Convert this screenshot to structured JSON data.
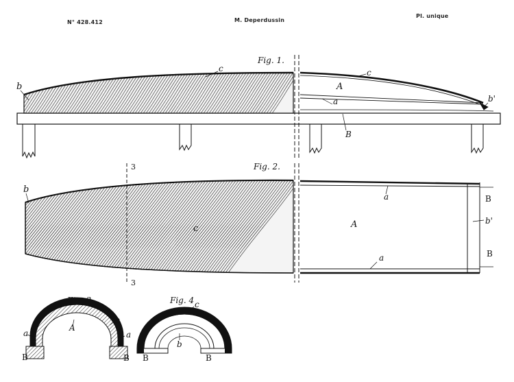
{
  "header": {
    "patent_number": "N° 428.412",
    "author": "M. Deperdussin",
    "plate": "Pl. unique"
  },
  "figures": {
    "fig1": "Fig. 1.",
    "fig2": "Fig. 2.",
    "fig3": "Fig. 3.",
    "fig4": "Fig. 4"
  },
  "labels": {
    "b": "b",
    "b_prime": "b'",
    "c": "c",
    "A": "A",
    "a": "a",
    "B": "B",
    "section_3": "3"
  }
}
